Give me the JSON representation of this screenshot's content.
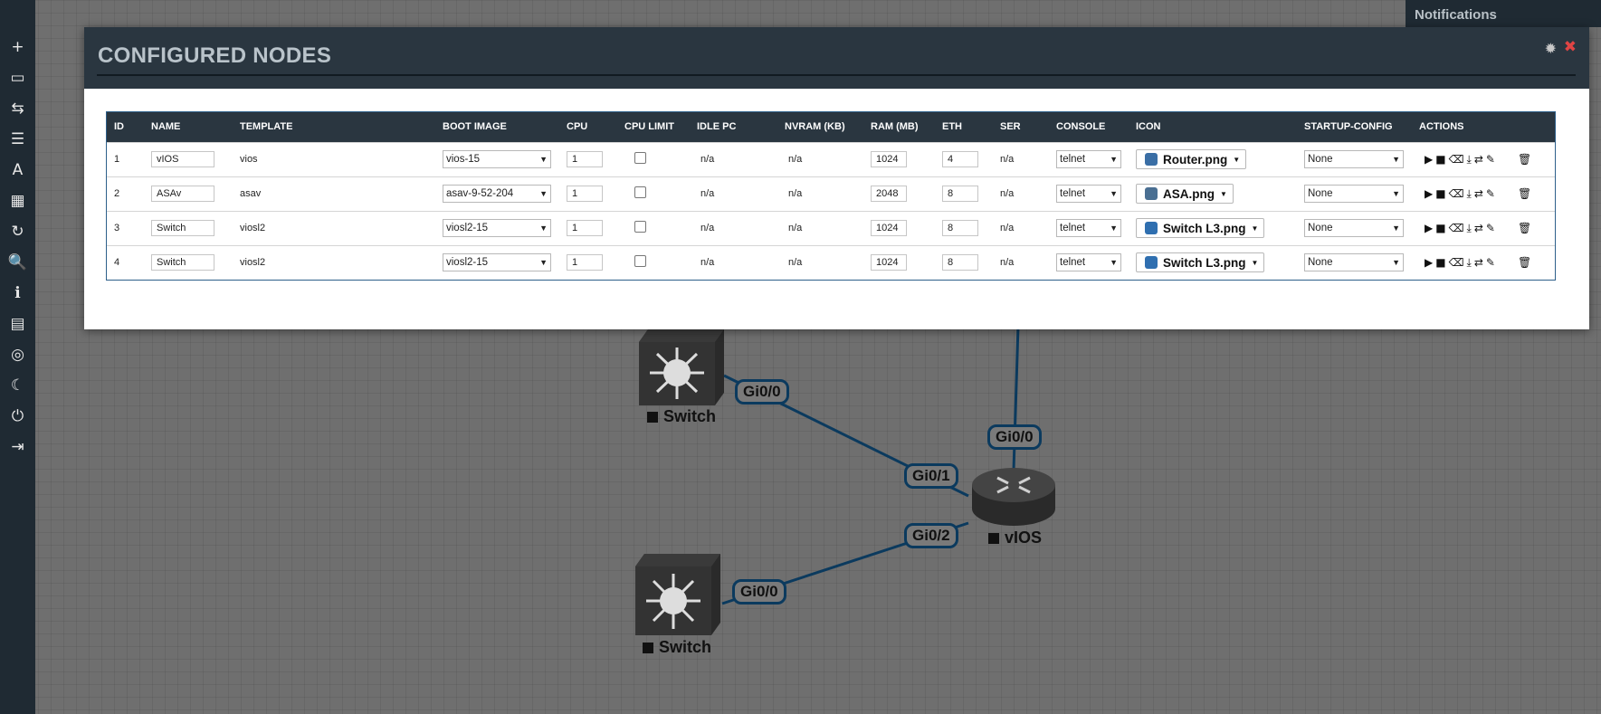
{
  "sidebar": {
    "items": [
      {
        "name": "add-object-icon",
        "glyph": "+"
      },
      {
        "name": "nodes-icon",
        "glyph": "▭"
      },
      {
        "name": "networks-icon",
        "glyph": "⇆"
      },
      {
        "name": "startup-configs-icon",
        "glyph": "☰"
      },
      {
        "name": "text-objects-icon",
        "glyph": "A"
      },
      {
        "name": "grid-icon",
        "glyph": "▦"
      },
      {
        "name": "refresh-icon",
        "glyph": "↻"
      },
      {
        "name": "zoom-icon",
        "glyph": "🔍"
      },
      {
        "name": "info-icon",
        "glyph": "ℹ"
      },
      {
        "name": "list-icon",
        "glyph": "▤"
      },
      {
        "name": "status-icon",
        "glyph": "◎"
      },
      {
        "name": "dark-mode-icon",
        "glyph": "☾"
      },
      {
        "name": "power-icon",
        "glyph": "⏻"
      },
      {
        "name": "logout-icon",
        "glyph": "⇥"
      }
    ]
  },
  "notifications": {
    "label": "Notifications"
  },
  "modal": {
    "title": "CONFIGURED NODES",
    "gear_icon": "✹",
    "close_icon": "✖"
  },
  "table": {
    "headers": [
      "ID",
      "NAME",
      "TEMPLATE",
      "BOOT IMAGE",
      "CPU",
      "CPU LIMIT",
      "IDLE PC",
      "NVRAM (KB)",
      "RAM (MB)",
      "ETH",
      "SER",
      "CONSOLE",
      "ICON",
      "STARTUP-CONFIG",
      "ACTIONS"
    ],
    "rows": [
      {
        "id": "1",
        "name": "vIOS",
        "template": "vios",
        "boot_image": "vios-15",
        "cpu": "1",
        "idle_pc": "n/a",
        "nvram": "n/a",
        "ram": "1024",
        "eth": "4",
        "ser": "n/a",
        "console": "telnet",
        "icon": "Router.png",
        "icon_color": "#3a6ea5",
        "startup": "None"
      },
      {
        "id": "2",
        "name": "ASAv",
        "template": "asav",
        "boot_image": "asav-9-52-204",
        "cpu": "1",
        "idle_pc": "n/a",
        "nvram": "n/a",
        "ram": "2048",
        "eth": "8",
        "ser": "n/a",
        "console": "telnet",
        "icon": "ASA.png",
        "icon_color": "#4a6f92",
        "startup": "None"
      },
      {
        "id": "3",
        "name": "Switch",
        "template": "viosl2",
        "boot_image": "viosl2-15",
        "cpu": "1",
        "idle_pc": "n/a",
        "nvram": "n/a",
        "ram": "1024",
        "eth": "8",
        "ser": "n/a",
        "console": "telnet",
        "icon": "Switch L3.png",
        "icon_color": "#2f6fb0",
        "startup": "None"
      },
      {
        "id": "4",
        "name": "Switch",
        "template": "viosl2",
        "boot_image": "viosl2-15",
        "cpu": "1",
        "idle_pc": "n/a",
        "nvram": "n/a",
        "ram": "1024",
        "eth": "8",
        "ser": "n/a",
        "console": "telnet",
        "icon": "Switch L3.png",
        "icon_color": "#2f6fb0",
        "startup": "None"
      }
    ],
    "action_icons": [
      "play-icon",
      "stop-icon",
      "wipe-icon",
      "export-icon",
      "interfaces-icon",
      "edit-icon",
      "delete-icon"
    ]
  },
  "topology": {
    "nodes": [
      {
        "label": "Switch"
      },
      {
        "label": "vIOS"
      },
      {
        "label": "Switch"
      }
    ],
    "links": [
      {
        "label": "Gi0/0"
      },
      {
        "label": "Gi0/1"
      },
      {
        "label": "Gi0/0"
      },
      {
        "label": "Gi0/2"
      },
      {
        "label": "Gi0/0"
      }
    ]
  },
  "colors": {
    "sidebar_bg": "#1f2a33",
    "modal_header_bg": "#2a3640",
    "link_color": "#0b3a5e",
    "close_red": "#e04444"
  }
}
